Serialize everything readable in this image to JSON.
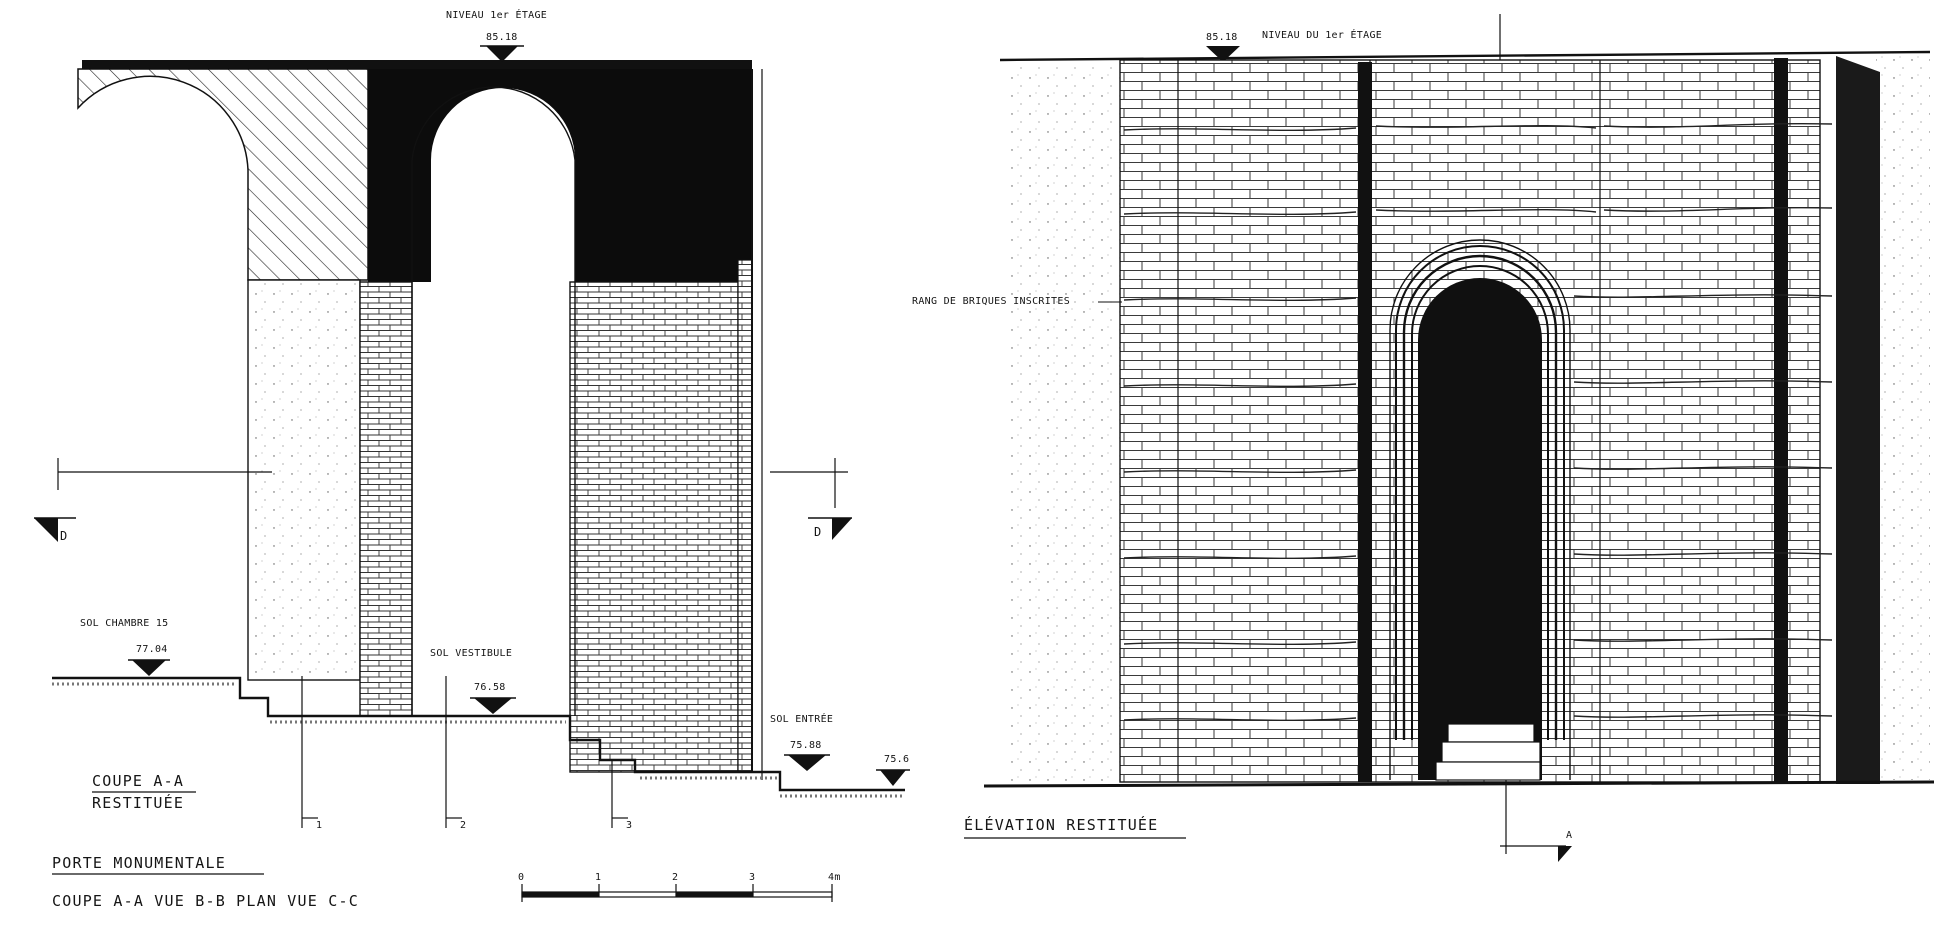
{
  "section": {
    "level_top_value": "85.18",
    "level_top_label": "NIVEAU 1er ÉTAGE",
    "cut_letter_left": "D",
    "cut_letter_right": "D",
    "sol_chambre_label": "SOL CHAMBRE 15",
    "sol_chambre_value": "77.04",
    "sol_vestibule_label": "SOL VESTIBULE",
    "sol_vestibule_value": "76.58",
    "sol_entree_label": "SOL ENTRÉE",
    "sol_entree_value": "75.88",
    "sol_outer_value": "75.6",
    "ref_marks": [
      "1",
      "2",
      "3"
    ],
    "coupe_title": "COUPE  A-A",
    "coupe_subtitle": "RESTITUÉE",
    "main_title": "PORTE  MONUMENTALE",
    "main_subtitle": "COUPE  A-A   VUE  B-B   PLAN  VUE  C-C",
    "scale_labels": [
      "0",
      "1",
      "2",
      "3",
      "4m"
    ]
  },
  "elevation": {
    "level_value": "85.18",
    "level_label": "NIVEAU DU 1er ÉTAGE",
    "bricks_label": "RANG DE BRIQUES INSCRITES",
    "title": "ÉLÉVATION  RESTITUÉE",
    "cut_letter": "A"
  }
}
